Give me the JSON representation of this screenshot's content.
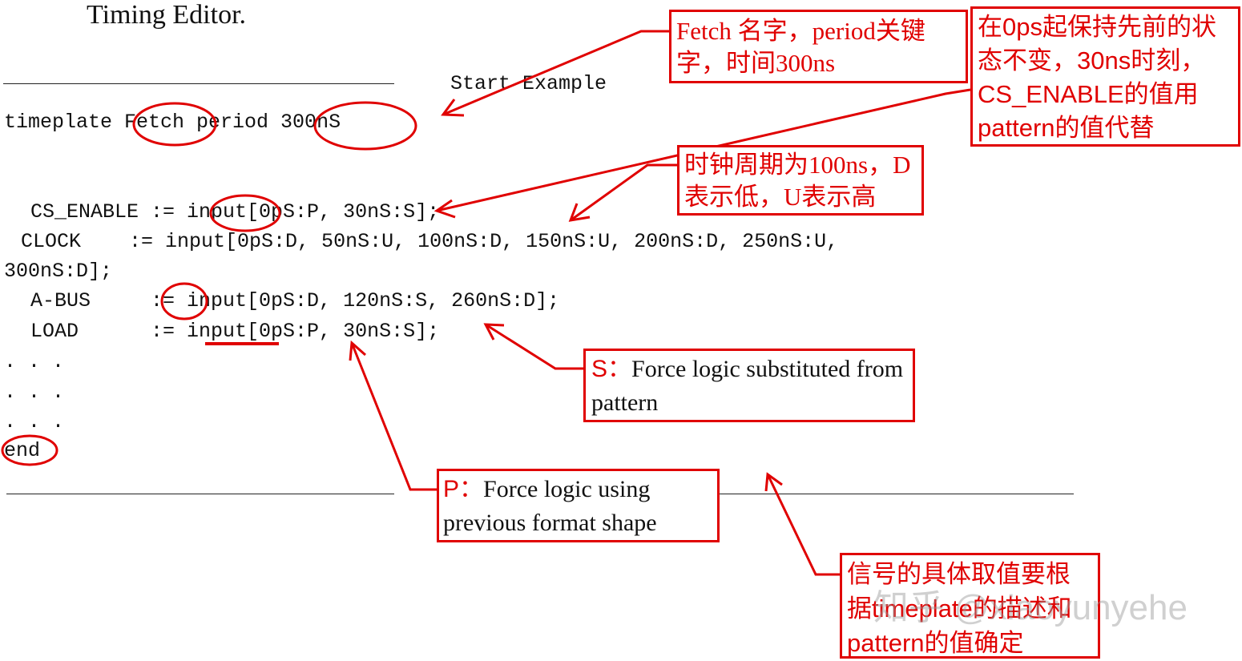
{
  "title": "Timing Editor.",
  "start_label": "Start Example",
  "code": {
    "line1": "timeplate Fetch period 300nS",
    "line2": "CS_ENABLE := input[0pS:P, 30nS:S];",
    "line3": "CLOCK    := input[0pS:D, 50nS:U, 100nS:D, 150nS:U, 200nS:D, 250nS:U,",
    "line4": "300nS:D];",
    "line5": "A-BUS     := input[0pS:D, 120nS:S, 260nS:D];",
    "line6": "LOAD      := input[0pS:P, 30nS:S];",
    "ellipsis1": ". . .",
    "ellipsis2": ". . .",
    "ellipsis3": ". . .",
    "end": "end"
  },
  "annotations": {
    "fetch": "Fetch 名字，period关键字，时间300ns",
    "hold": "在0ps起保持先前的状态不变，30ns时刻，CS_ENABLE的值用pattern的值代替",
    "clock": "时钟周期为100ns，D表示低，U表示高",
    "s_label": "S：",
    "s_text": "Force logic substituted from pattern",
    "p_label": "P：",
    "p_text": "Force logic using previous format shape",
    "signal": "信号的具体取值要根据timeplate的描述和pattern的值确定"
  },
  "watermark": "知乎 @xiaoyunyehe",
  "colors": {
    "annotation": "#e00000",
    "text": "#111111"
  }
}
